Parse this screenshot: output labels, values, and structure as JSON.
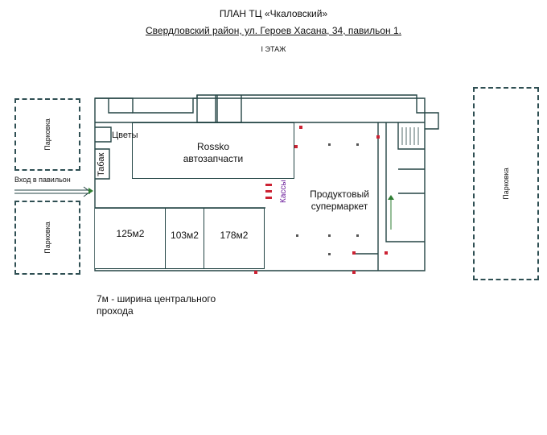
{
  "header": {
    "title": "ПЛАН ТЦ «Чкаловский»",
    "address": "Свердловский район, ул. Героев Хасана, 34, павильон 1.",
    "floor": "I ЭТАЖ"
  },
  "parking": {
    "left_top": "Парковка",
    "left_bottom": "Парковка",
    "right": "Парковка"
  },
  "entrance": {
    "label": "Вход в павильон"
  },
  "rooms": {
    "flowers": "Цветы",
    "tobacco": "Табак",
    "rossko_line1": "Rossko",
    "rossko_line2": "автозапчасти",
    "unit_125": "125м2",
    "unit_103": "103м2",
    "unit_178": "178м2",
    "cashiers": "Кассы",
    "supermarket_line1": "Продуктовый",
    "supermarket_line2": "супермаркет"
  },
  "note": {
    "line1": "7м - ширина центрального",
    "line2": "прохода"
  },
  "colors": {
    "walls": "#244444",
    "parking_border": "#2f4f53",
    "cashier_text": "#6a1b9a",
    "markers": "#cc2233",
    "entrance_arrow": "#2e7d32"
  }
}
